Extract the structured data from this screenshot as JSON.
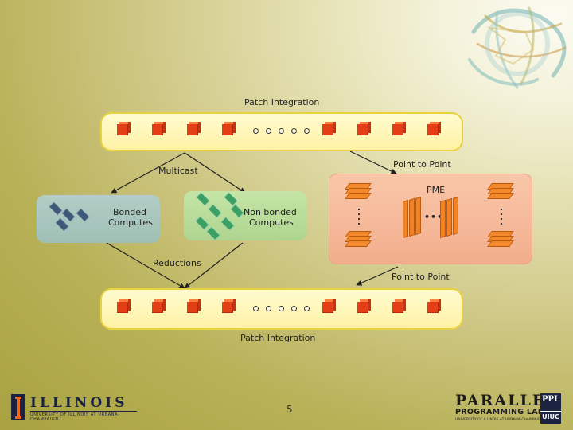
{
  "diagram": {
    "patch_integration_top": "Patch Integration",
    "patch_integration_bottom": "Patch Integration",
    "multicast": "Multicast",
    "point_to_point_top": "Point to Point",
    "point_to_point_bottom": "Point to Point",
    "pme": "PME",
    "bonded_line1": "Bonded",
    "bonded_line2": "Computes",
    "nonbonded_line1": "Non  bonded",
    "nonbonded_line2": "Computes",
    "reductions": "Reductions",
    "cubes_per_group": 4,
    "ellipsis_circles": 5
  },
  "colors": {
    "patch_bar_fill": "#fff4a8",
    "patch_bar_border": "#e8d240",
    "cube_red": "#e43e16",
    "bonded_panel": "#a9c7bf",
    "bonded_diamond": "#3c5a78",
    "nonbonded_panel": "#b8dc9a",
    "nonbonded_diamond": "#3aa064",
    "pme_panel": "#f5b89a",
    "pme_orange": "#f28323"
  },
  "footer": {
    "page_number": "5",
    "illinois_word": "ILLINOIS",
    "illinois_sub": "UNIVERSITY OF ILLINOIS AT URBANA-CHAMPAIGN",
    "ppl_line1": "PARALLEL",
    "ppl_line2": "PROGRAMMING LAB",
    "ppl_line3": "UNIVERSITY OF ILLINOIS AT URBANA-CHAMPAIGN",
    "ppl_badge_top": "PPL",
    "ppl_badge_bottom": "UIUC"
  }
}
